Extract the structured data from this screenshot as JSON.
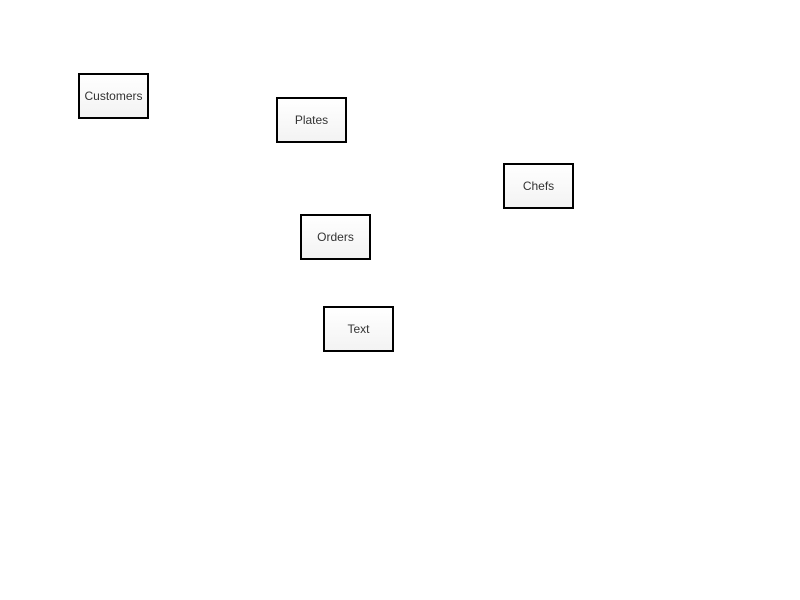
{
  "diagram": {
    "nodes": [
      {
        "id": "customers",
        "label": "Customers"
      },
      {
        "id": "plates",
        "label": "Plates"
      },
      {
        "id": "chefs",
        "label": "Chefs"
      },
      {
        "id": "orders",
        "label": "Orders"
      },
      {
        "id": "text",
        "label": "Text"
      }
    ]
  }
}
